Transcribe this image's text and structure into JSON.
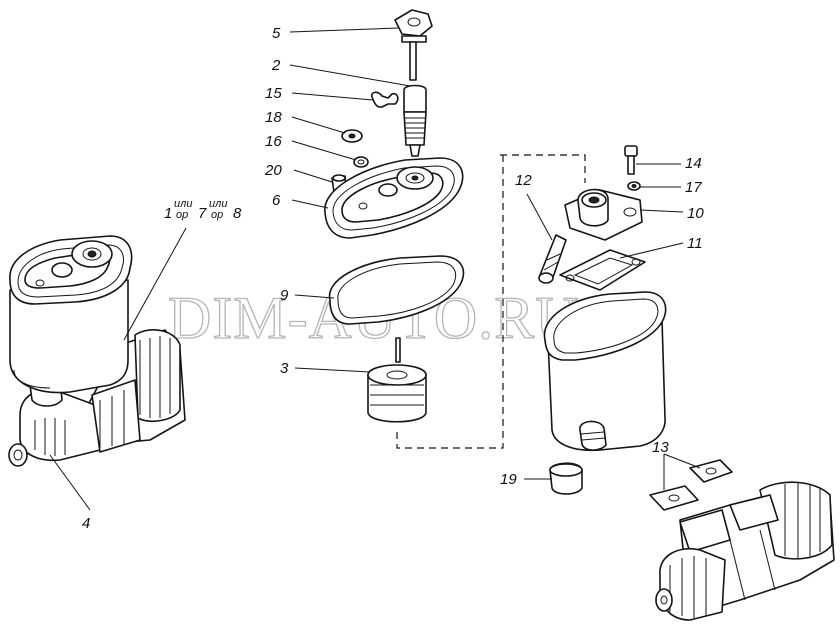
{
  "diagram": {
    "watermark": "DIM-AUTO.RU",
    "labels": {
      "l1": "1",
      "l2": "2",
      "l3": "3",
      "l4": "4",
      "l5": "5",
      "l6": "6",
      "l7": "7",
      "l8": "8",
      "l9": "9",
      "l10": "10",
      "l11": "11",
      "l12": "12",
      "l13": "13",
      "l14": "14",
      "l15": "15",
      "l16": "16",
      "l17": "17",
      "l18": "18",
      "l19": "19",
      "l20": "20",
      "ili_top": "или",
      "ili_bottom": "ор"
    }
  }
}
